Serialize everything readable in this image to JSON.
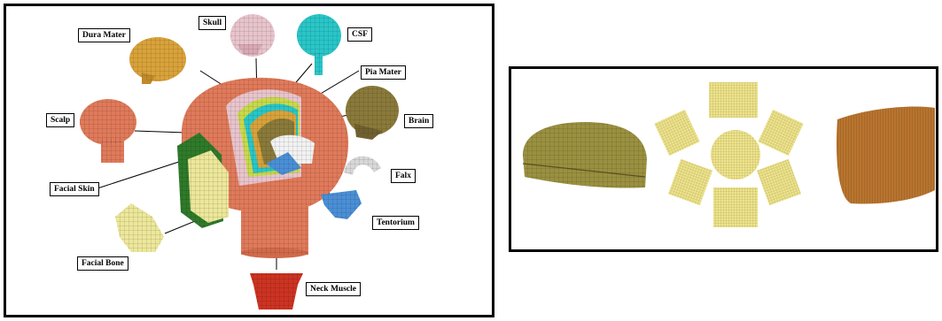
{
  "labels": {
    "skull": "Skull",
    "csf": "CSF",
    "dura_mater": "Dura Mater",
    "pia_mater": "Pia Mater",
    "scalp": "Scalp",
    "brain": "Brain",
    "facial_skin": "Facial Skin",
    "falx": "Falx",
    "tentorium": "Tentorium",
    "facial_bone": "Facial Bone",
    "neck_muscle": "Neck Muscle"
  },
  "colors": {
    "scalp": "#e07a5a",
    "skull": "#e8c4cc",
    "csf": "#29c6c8",
    "dura_mater": "#d9a23a",
    "pia_mater": "#c9d94a",
    "brain": "#8a7a3a",
    "facial_skin": "#2f7a2a",
    "facial_bone": "#ece79a",
    "falx": "#d8d8d8",
    "tentorium": "#4a8fd6",
    "neck_muscle": "#cc3322",
    "helmet_shell": "#9a9040",
    "helmet_pads": "#eee38a",
    "helmet_strap": "#b8742e"
  }
}
